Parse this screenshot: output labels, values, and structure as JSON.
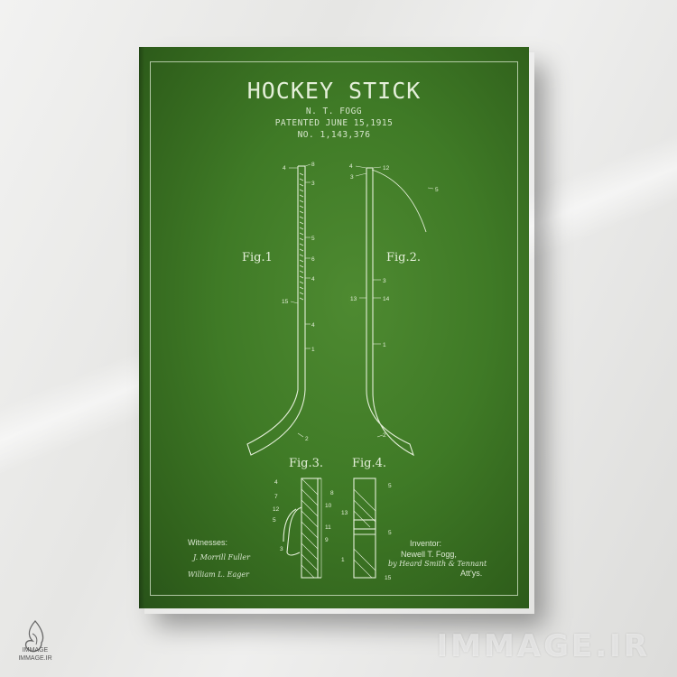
{
  "poster": {
    "title": "HOCKEY STICK",
    "inventor_line": "N. T. FOGG",
    "patent_date": "PATENTED JUNE 15,1915",
    "patent_number": "NO. 1,143,376"
  },
  "figures": {
    "fig1": "Fig.1",
    "fig2": "Fig.2.",
    "fig3": "Fig.3.",
    "fig4": "Fig.4."
  },
  "callouts": {
    "fig1": [
      "4",
      "8",
      "3",
      "5",
      "6",
      "4",
      "15",
      "4",
      "1",
      "2"
    ],
    "fig2": [
      "4",
      "3",
      "12",
      "5",
      "3",
      "13",
      "14",
      "1",
      "2"
    ],
    "fig3": [
      "4",
      "7",
      "12",
      "5",
      "3",
      "8",
      "10",
      "11",
      "9"
    ],
    "fig4": [
      "5",
      "13",
      "5",
      "1",
      "15"
    ]
  },
  "footer": {
    "witnesses_label": "Witnesses:",
    "witness_sig_1": "J. Morrill Fuller",
    "witness_sig_2": "William L. Eager",
    "inventor_label": "Inventor:",
    "inventor_name": "Newell T. Fogg,",
    "attorney_sig": "by Heard Smith & Tennant",
    "attys": "Att'ys."
  },
  "branding": {
    "watermark": "IMMAGE.IR",
    "logo_text_1": "IMMAGE",
    "logo_text_2": "IMMAGE.IR"
  },
  "colors": {
    "canvas_green": "#3f7a26",
    "line_color": "#e4efd9",
    "wall": "#ececea"
  }
}
